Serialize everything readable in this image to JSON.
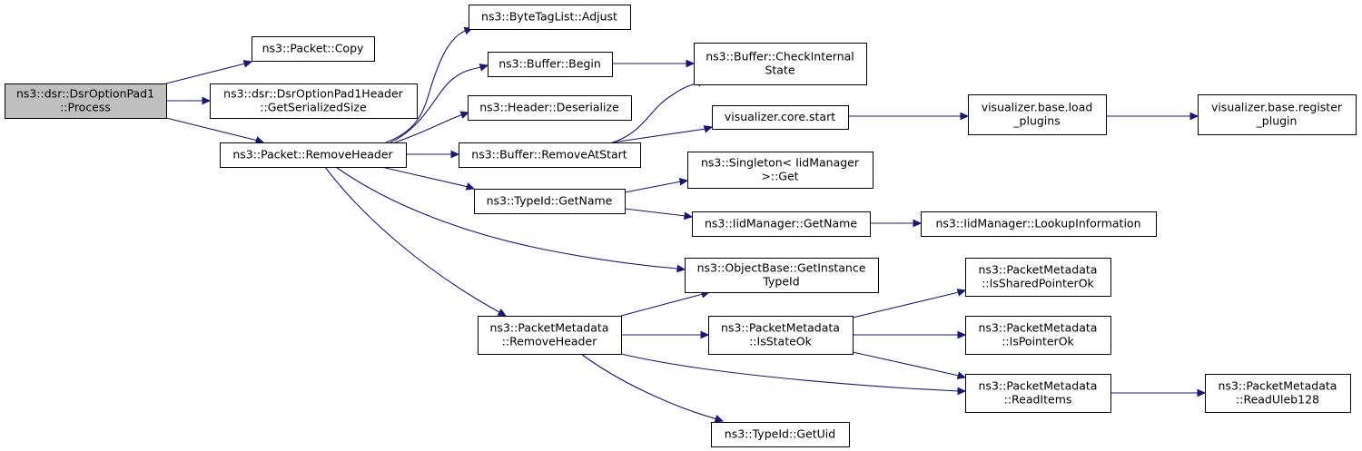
{
  "graph": {
    "nodes": [
      {
        "id": "process",
        "lines": [
          "ns3::dsr::DsrOptionPad1",
          "::Process"
        ],
        "root": true
      },
      {
        "id": "packet_copy",
        "lines": [
          "ns3::Packet::Copy"
        ]
      },
      {
        "id": "pad1_header_size",
        "lines": [
          "ns3::dsr::DsrOptionPad1Header",
          "::GetSerializedSize"
        ]
      },
      {
        "id": "packet_remove_header",
        "lines": [
          "ns3::Packet::RemoveHeader"
        ]
      },
      {
        "id": "bytetaglist_adjust",
        "lines": [
          "ns3::ByteTagList::Adjust"
        ]
      },
      {
        "id": "buffer_begin",
        "lines": [
          "ns3::Buffer::Begin"
        ]
      },
      {
        "id": "header_deserialize",
        "lines": [
          "ns3::Header::Deserialize"
        ]
      },
      {
        "id": "buffer_remove_at_start",
        "lines": [
          "ns3::Buffer::RemoveAtStart"
        ]
      },
      {
        "id": "typeid_getname",
        "lines": [
          "ns3::TypeId::GetName"
        ]
      },
      {
        "id": "packetmetadata_removeheader",
        "lines": [
          "ns3::PacketMetadata",
          "::RemoveHeader"
        ]
      },
      {
        "id": "buffer_checkinternalstate",
        "lines": [
          "ns3::Buffer::CheckInternal",
          "State"
        ]
      },
      {
        "id": "visualizer_core_start",
        "lines": [
          "visualizer.core.start"
        ]
      },
      {
        "id": "singleton_get",
        "lines": [
          "ns3::Singleton< IidManager",
          " >::Get"
        ]
      },
      {
        "id": "iidmanager_getname",
        "lines": [
          "ns3::IidManager::GetName"
        ]
      },
      {
        "id": "objectbase_getinstancetypeid",
        "lines": [
          "ns3::ObjectBase::GetInstance",
          "TypeId"
        ]
      },
      {
        "id": "packetmetadata_isstateok",
        "lines": [
          "ns3::PacketMetadata",
          "::IsStateOk"
        ]
      },
      {
        "id": "typeid_getuid",
        "lines": [
          "ns3::TypeId::GetUid"
        ]
      },
      {
        "id": "visualizer_load_plugins",
        "lines": [
          "visualizer.base.load",
          "_plugins"
        ]
      },
      {
        "id": "iidmanager_lookupinformation",
        "lines": [
          "ns3::IidManager::LookupInformation"
        ]
      },
      {
        "id": "packetmetadata_issharedpointerok",
        "lines": [
          "ns3::PacketMetadata",
          "::IsSharedPointerOk"
        ]
      },
      {
        "id": "packetmetadata_ispointerok",
        "lines": [
          "ns3::PacketMetadata",
          "::IsPointerOk"
        ]
      },
      {
        "id": "packetmetadata_readitems",
        "lines": [
          "ns3::PacketMetadata",
          "::ReadItems"
        ]
      },
      {
        "id": "visualizer_register_plugin",
        "lines": [
          "visualizer.base.register",
          "_plugin"
        ]
      },
      {
        "id": "packetmetadata_readuleb128",
        "lines": [
          "ns3::PacketMetadata",
          "::ReadUleb128"
        ]
      }
    ],
    "edges": [
      {
        "from": "process",
        "to": "packet_copy"
      },
      {
        "from": "process",
        "to": "pad1_header_size"
      },
      {
        "from": "process",
        "to": "packet_remove_header"
      },
      {
        "from": "packet_remove_header",
        "to": "bytetaglist_adjust"
      },
      {
        "from": "packet_remove_header",
        "to": "buffer_begin"
      },
      {
        "from": "packet_remove_header",
        "to": "header_deserialize"
      },
      {
        "from": "packet_remove_header",
        "to": "buffer_remove_at_start"
      },
      {
        "from": "packet_remove_header",
        "to": "typeid_getname"
      },
      {
        "from": "packet_remove_header",
        "to": "objectbase_getinstancetypeid"
      },
      {
        "from": "packet_remove_header",
        "to": "packetmetadata_removeheader"
      },
      {
        "from": "buffer_begin",
        "to": "buffer_checkinternalstate"
      },
      {
        "from": "buffer_remove_at_start",
        "to": "buffer_checkinternalstate"
      },
      {
        "from": "buffer_remove_at_start",
        "to": "visualizer_core_start"
      },
      {
        "from": "visualizer_core_start",
        "to": "visualizer_load_plugins"
      },
      {
        "from": "visualizer_load_plugins",
        "to": "visualizer_register_plugin"
      },
      {
        "from": "typeid_getname",
        "to": "singleton_get"
      },
      {
        "from": "typeid_getname",
        "to": "iidmanager_getname"
      },
      {
        "from": "iidmanager_getname",
        "to": "iidmanager_lookupinformation"
      },
      {
        "from": "packetmetadata_removeheader",
        "to": "objectbase_getinstancetypeid"
      },
      {
        "from": "packetmetadata_removeheader",
        "to": "packetmetadata_isstateok"
      },
      {
        "from": "packetmetadata_removeheader",
        "to": "packetmetadata_readitems"
      },
      {
        "from": "packetmetadata_removeheader",
        "to": "typeid_getuid"
      },
      {
        "from": "packetmetadata_isstateok",
        "to": "packetmetadata_issharedpointerok"
      },
      {
        "from": "packetmetadata_isstateok",
        "to": "packetmetadata_ispointerok"
      },
      {
        "from": "packetmetadata_isstateok",
        "to": "packetmetadata_readitems"
      },
      {
        "from": "packetmetadata_readitems",
        "to": "packetmetadata_readuleb128"
      }
    ],
    "colors": {
      "edge": "#191970",
      "root_fill": "#bfbfbf",
      "node_fill": "#ffffff",
      "node_border": "#000000"
    }
  }
}
